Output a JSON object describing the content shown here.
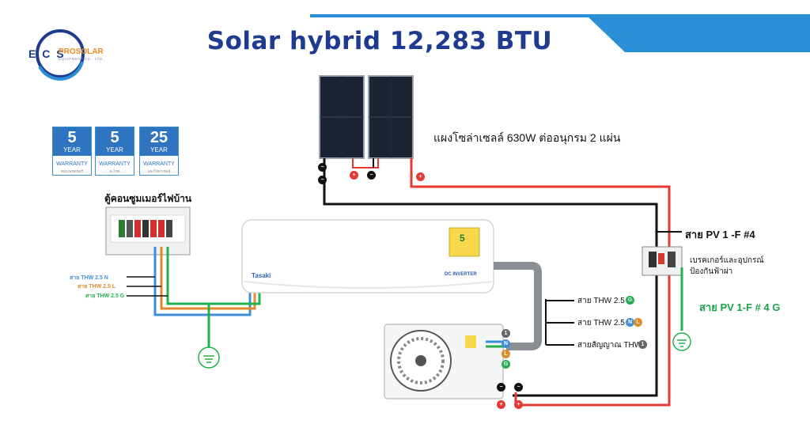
{
  "title": "Solar hybrid 12,283 BTU",
  "logo": {
    "ecs": "E C S",
    "pro": "PROSOLAR",
    "sub": "EQUIPMENT CO., LTD."
  },
  "warranty": [
    {
      "num": "5",
      "year": "YEAR",
      "label": "WARRANTY",
      "sub": "คอมเพรสเซอร์"
    },
    {
      "num": "5",
      "year": "YEAR",
      "label": "WARRANTY",
      "sub": "อะไหล่"
    },
    {
      "num": "25",
      "year": "YEAR",
      "label": "WARRANTY",
      "sub": "แผงโซล่าเซลล์"
    }
  ],
  "labels": {
    "consumer_unit": "ตู้คอนซูมเมอร์ไฟบ้าน",
    "solar_panels": "แผงโซล่าเซลล์ 630W ต่ออนุกรม 2 แผ่น",
    "pv_wire": "สาย PV 1 -F #4",
    "breaker": "เบรคเกอร์และอุปกรณ์",
    "surge": "ป้องกันฟ้าผ่า",
    "pv_ground": "สาย PV 1-F # 4 G",
    "thw_g": "สาย THW 2.5",
    "thw_nl": "สาย THW 2.5",
    "signal": "สายสัญญาณ THW",
    "house_n": "สาย THW 2.5 N",
    "house_l": "สาย THW 2.5 L",
    "house_g": "สาย THW 2.5 G",
    "brand": "Tasaki",
    "inverter": "DC INVERTER",
    "energy": "5"
  },
  "markers": {
    "g": "G",
    "n": "N",
    "l": "L",
    "one": "1",
    "plus": "+",
    "minus": "−"
  },
  "colors": {
    "red": "#e53935",
    "black": "#111111",
    "green": "#22b14c",
    "orange": "#e08a2c",
    "blue": "#3e8fd8",
    "navy": "#1f3b8f",
    "accent": "#2b8fd8"
  }
}
